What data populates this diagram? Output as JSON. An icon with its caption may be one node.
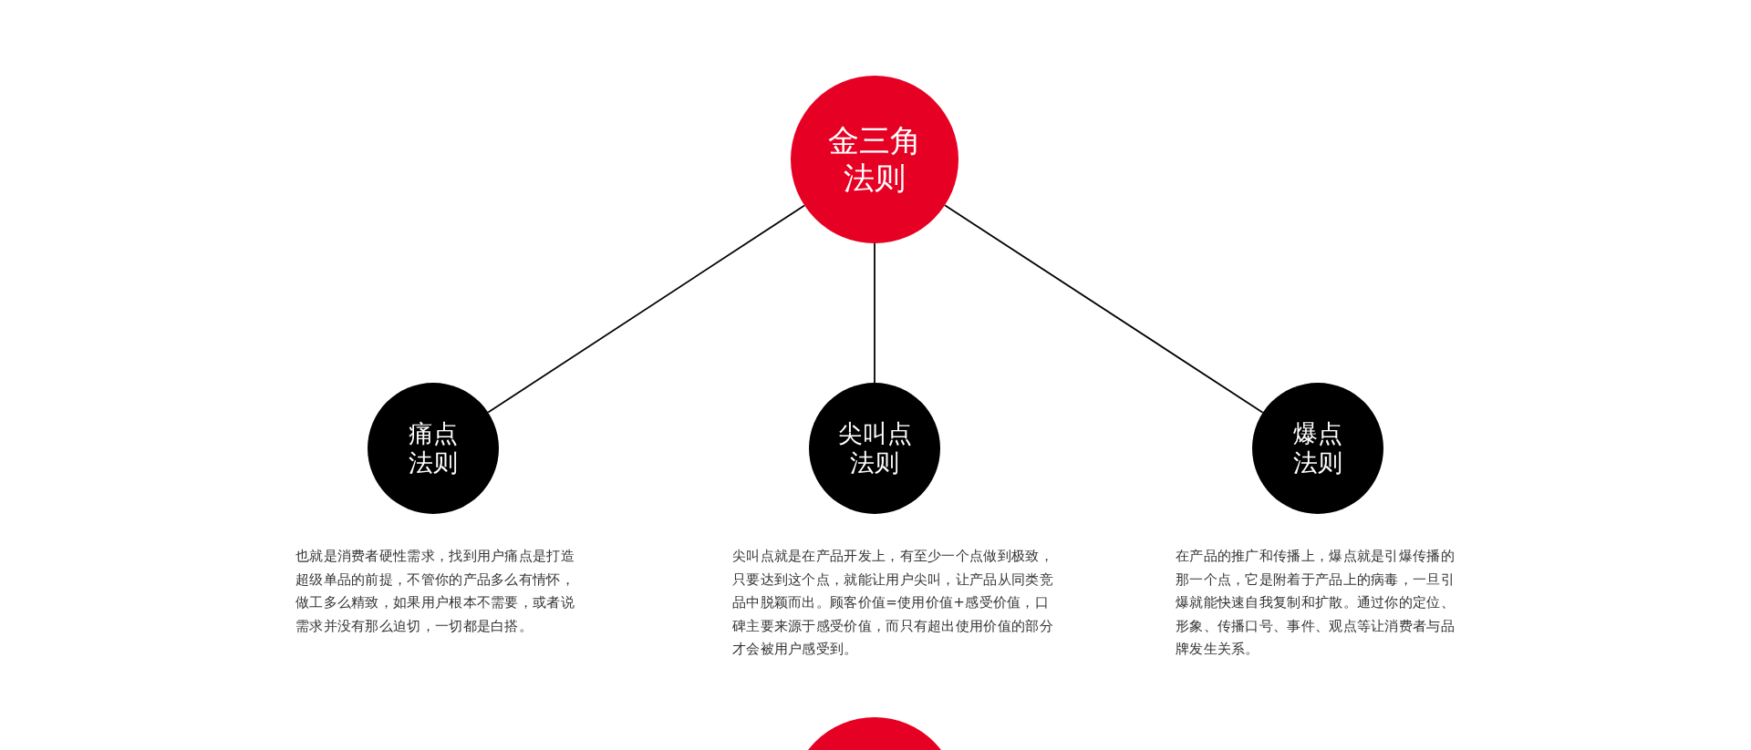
{
  "diagram": {
    "nodes": [
      {
        "text": [
          "金三角法则"
        ]
      },
      {
        "text": [
          "痛点法则"
        ],
        "beside": [
          "也就是消费者硬性需求，找到用户痛点是打造超级单品的前提，不管你的产品多么有情怀，做工多么精致，如果用户根本不需要，或者说需求并没有那么迫切，一切都是白搭。"
        ]
      },
      {
        "text": [
          "尖叫点法则"
        ],
        "beside": [
          "尖叫点就是在产品开发上，有至少一个点做到极致，只要达到这个点，就能让用户尖叫，让产品从同类竞品中脱颖而出。顾客价值=使用价值+感受价值，口碑主要来源于感受价值，而只有超出使用价值的部分才会被用户感受到。"
        ]
      },
      {
        "text": [
          "爆点法则"
        ],
        "beside": [
          "在产品的推广和传播上，爆点就是引爆传播的那一个点，它是附着于产品上的病毒，一旦引爆就能快速自我复制和扩散。通过你的定位、形象、传播口号、事件、观点等让消费者与品牌发生关系。"
        ]
      },
      {
        "text": [],
        "shape": "circle"
      }
    ],
    "edges": [
      {
        "from": 0,
        "to": 1,
        "arrow": "none"
      },
      {
        "from": 0,
        "to": 2,
        "arrow": "none"
      },
      {
        "from": 0,
        "to": 3,
        "arrow": "none"
      }
    ]
  }
}
